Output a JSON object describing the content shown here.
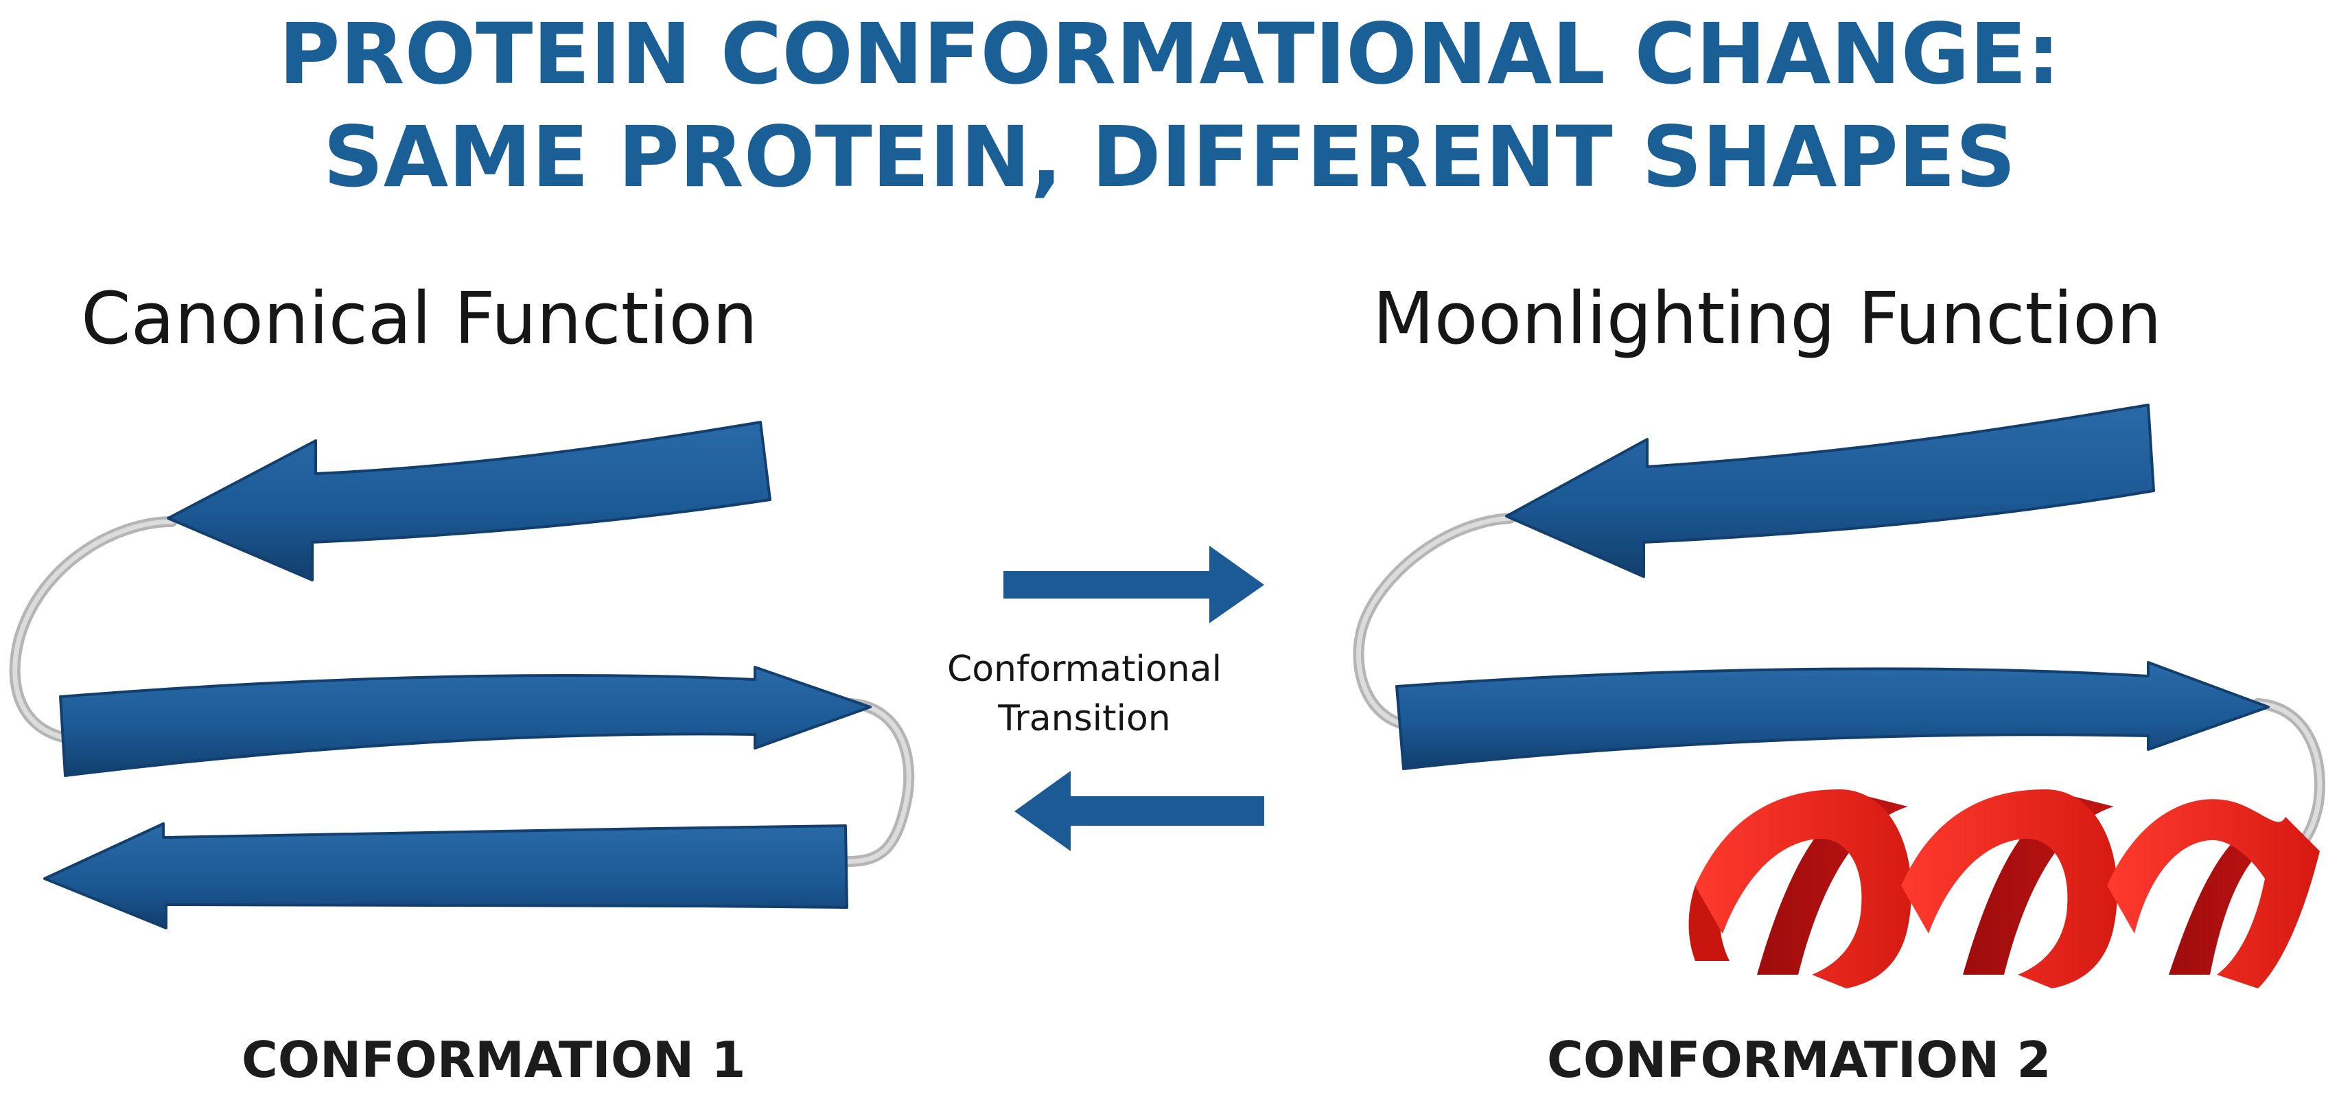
{
  "title": {
    "line1": "PROTEIN CONFORMATIONAL CHANGE:",
    "line2": "SAME PROTEIN, DIFFERENT SHAPES"
  },
  "left_panel": {
    "heading": "Canonical Function",
    "caption": "CONFORMATION 1"
  },
  "right_panel": {
    "heading": "Moonlighting Function",
    "caption": "CONFORMATION 2"
  },
  "transition": {
    "line1": "Conformational",
    "line2": "Transition"
  },
  "colors": {
    "title": "#1a5f95",
    "strand": "#1c5a96",
    "strand_dark": "#123f6d",
    "loop": "#c8c8c8",
    "helix": "#e2231a",
    "helix_dark": "#b01010"
  }
}
